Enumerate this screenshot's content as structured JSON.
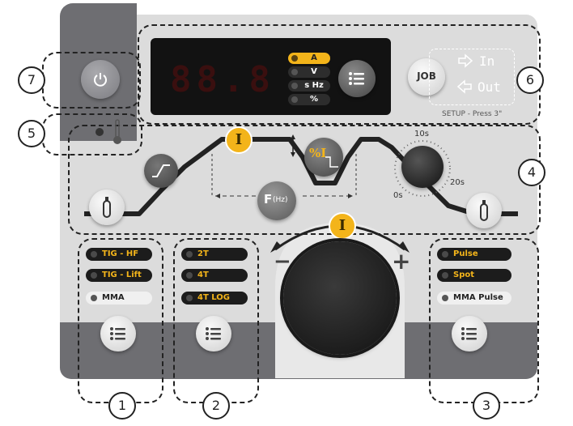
{
  "callouts": [
    "1",
    "2",
    "3",
    "4",
    "5",
    "6",
    "7"
  ],
  "display": {
    "digits": "88.8",
    "units": [
      {
        "label": "A",
        "active": true
      },
      {
        "label": "V",
        "active": false
      },
      {
        "label": "s  Hz",
        "active": false
      },
      {
        "label": "%",
        "active": false
      }
    ]
  },
  "job": {
    "button_label": "JOB",
    "in_label": "In",
    "out_label": "Out",
    "setup_text": "SETUP - Press 3\""
  },
  "timer": {
    "top_label": "10s",
    "left_label": "0s",
    "right_label": "20s"
  },
  "current": {
    "main_symbol": "I",
    "percent_symbol": "%I",
    "frequency_label": "F",
    "frequency_unit": "(Hz)",
    "knob_symbol": "I",
    "minus": "−",
    "plus": "+"
  },
  "process": {
    "options": [
      {
        "label": "TIG - HF",
        "style": "dark"
      },
      {
        "label": "TIG - Lift",
        "style": "dark"
      },
      {
        "label": "MMA",
        "style": "light"
      }
    ]
  },
  "trigger": {
    "options": [
      {
        "label": "2T",
        "style": "dark"
      },
      {
        "label": "4T",
        "style": "dark"
      },
      {
        "label": "4T LOG",
        "style": "dark"
      }
    ]
  },
  "pulse": {
    "options": [
      {
        "label": "Pulse",
        "style": "dark"
      },
      {
        "label": "Spot",
        "style": "dark"
      },
      {
        "label": "MMA Pulse",
        "style": "light"
      }
    ]
  },
  "colors": {
    "accent": "#f3b41a",
    "panel": "#dcdcdc",
    "panel_dark": "#6e6e72",
    "display_bg": "#121212"
  },
  "icons": [
    "power-icon",
    "thermometer-icon",
    "menu-icon",
    "gas-cylinder-icon",
    "upslope-icon",
    "downslope-icon",
    "job-in-icon",
    "job-out-icon"
  ]
}
